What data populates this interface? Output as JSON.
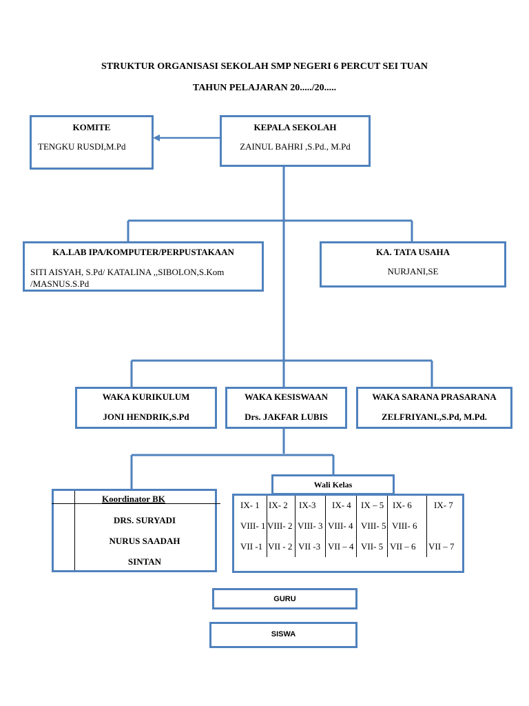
{
  "title": {
    "line1": "STRUKTUR ORGANISASI SEKOLAH SMP NEGERI 6 PERCUT SEI TUAN",
    "line2": "TAHUN PELAJARAN 20...../20....."
  },
  "komite": {
    "label": "KOMITE",
    "name": "TENGKU RUSDI,M.Pd"
  },
  "kepala_sekolah": {
    "label": "KEPALA SEKOLAH",
    "name": "ZAINUL BAHRI ,S.Pd., M.Pd"
  },
  "ka_lab": {
    "label": "KA.LAB IPA/KOMPUTER/PERPUSTAKAAN",
    "name_line1": "SITI AISYAH, S.Pd/ KATALINA ,,SIBOLON,S.Kom",
    "name_line2": "/MASNUS.S.Pd"
  },
  "ka_tata_usaha": {
    "label": "KA. TATA USAHA",
    "name": "NURJANI,SE"
  },
  "waka_kurikulum": {
    "label": "WAKA KURIKULUM",
    "name": "JONI HENDRIK,S.Pd"
  },
  "waka_kesiswaan": {
    "label": "WAKA KESISWAAN",
    "name": "Drs. JAKFAR LUBIS"
  },
  "waka_sarana": {
    "label": "WAKA SARANA PRASARANA",
    "name": "ZELFRIYANI.,S.Pd, M.Pd."
  },
  "koordinator_bk": {
    "label": "Koordinator BK",
    "names": [
      "DRS. SURYADI",
      "NURUS SAADAH",
      "SINTAN"
    ]
  },
  "wali_kelas": {
    "label": "Wali Kelas",
    "row1": [
      "IX- 1",
      "IX- 2",
      "IX-3",
      "IX- 4",
      "IX – 5",
      "IX- 6",
      "IX- 7"
    ],
    "row2": [
      "VIII- 1",
      "VIII- 2",
      "VIII- 3",
      "VIII- 4",
      "VIII- 5",
      "VIII- 6"
    ],
    "row3": [
      "VII -1",
      "VII - 2",
      "VII -3",
      "VII – 4",
      "VII- 5",
      "VII – 6",
      "VII – 7"
    ]
  },
  "guru": {
    "label": "GURU"
  },
  "siswa": {
    "label": "SISWA"
  },
  "colors": {
    "box_border": "#4f81bd",
    "connector": "#4f81bd"
  }
}
